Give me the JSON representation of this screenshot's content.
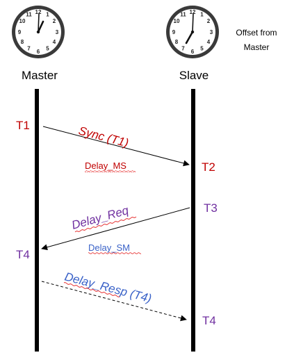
{
  "participants": {
    "master": {
      "name": "Master"
    },
    "slave": {
      "name": "Slave",
      "note_line1": "Offset from",
      "note_line2": "Master"
    }
  },
  "timestamps": {
    "t1": "T1",
    "t2": "T2",
    "t3": "T3",
    "t4_master": "T4",
    "t4_slave": "T4"
  },
  "messages": {
    "sync": "Sync (T1)",
    "delay_ms": "Delay_MS",
    "delay_req": "Delay_Req",
    "delay_sm": "Delay_SM",
    "delay_resp": "Delay_Resp (T4)"
  },
  "colors": {
    "red": "#c00000",
    "purple": "#7030a0",
    "blue": "#3a62c8",
    "black": "#000000"
  },
  "icons": {
    "master_clock": "clock-icon",
    "slave_clock": "clock-icon"
  }
}
